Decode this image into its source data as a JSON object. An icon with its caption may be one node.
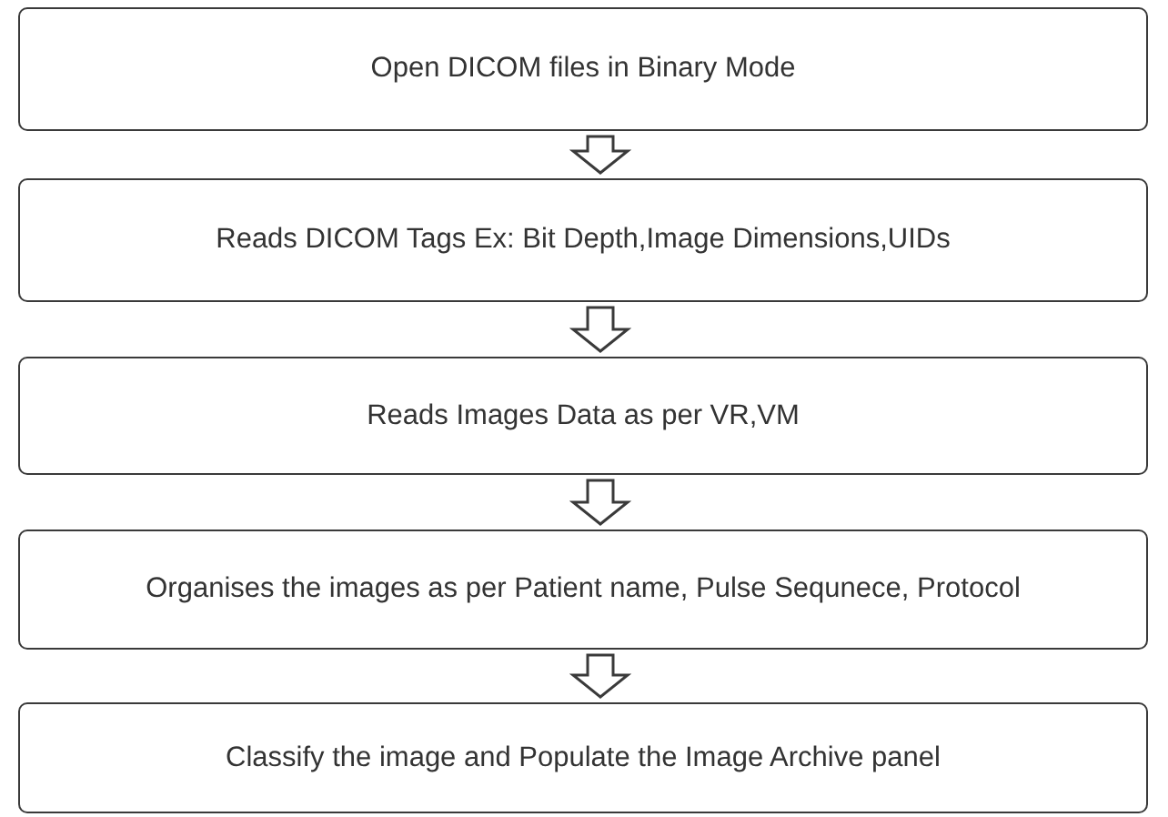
{
  "diagram": {
    "nodes": [
      {
        "text": [
          "Open DICOM files in Binary Mode"
        ]
      },
      {
        "text": [
          "Reads DICOM Tags Ex: Bit Depth,Image Dimensions,UIDs"
        ]
      },
      {
        "text": [
          "Reads Images Data as per VR,VM"
        ]
      },
      {
        "text": [
          "Organises the images as per Patient name, Pulse Sequnece, Protocol"
        ]
      },
      {
        "text": [
          "Classify the image and Populate the Image Archive panel"
        ]
      }
    ],
    "edges": [
      {
        "from": 0,
        "to": 1,
        "arrow": "to"
      },
      {
        "from": 1,
        "to": 2,
        "arrow": "to"
      },
      {
        "from": 2,
        "to": 3,
        "arrow": "to"
      },
      {
        "from": 3,
        "to": 4,
        "arrow": "to"
      }
    ]
  }
}
